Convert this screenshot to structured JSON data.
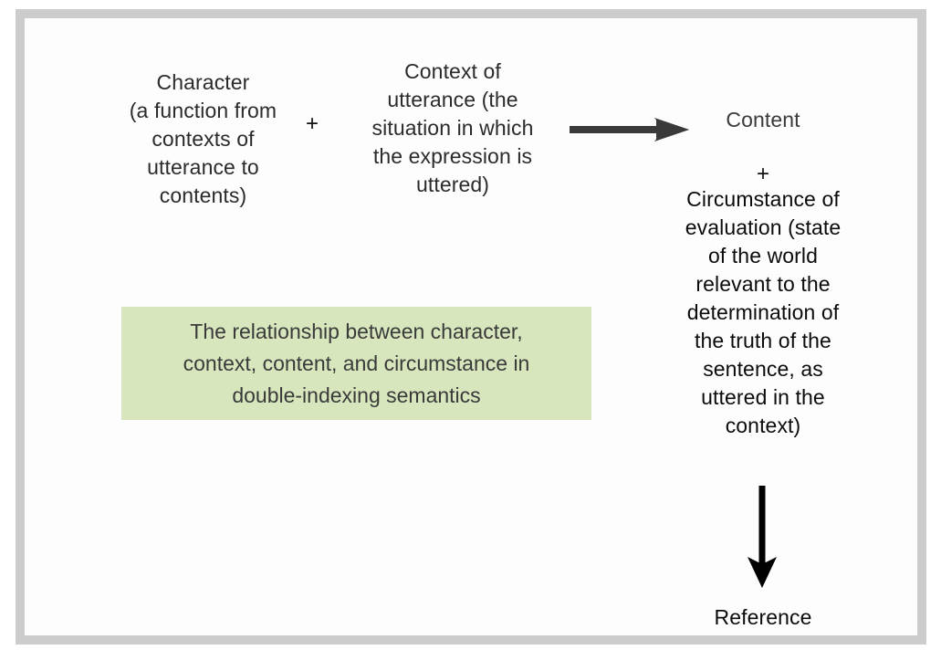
{
  "figure": {
    "border_color": "#cccccc",
    "background_color": "#ffffff"
  },
  "diagram": {
    "type": "flow-diagram",
    "title": "The relationship between character, context, content, and circumstance in double-indexing semantics",
    "left_side": {
      "character": {
        "label": "Character\n(a function from\ncontexts of\nutterance to\ncontents)",
        "text_color": "#2b2b2b"
      },
      "operator": {
        "label": "+",
        "name": "plus"
      },
      "context_of_utterance": {
        "label": "Context of\nutterance (the\nsituation in which\nthe expression is\nuttered)",
        "text_color": "#2b2b2b"
      }
    },
    "connector_horizontal": {
      "name": "right-arrow",
      "direction": "right",
      "color": "#3a3a3a"
    },
    "right_side": {
      "content": {
        "label": "Content",
        "text_color": "#3a3a3a"
      },
      "operator": {
        "label": "+",
        "name": "plus"
      },
      "circumstance_of_evaluation": {
        "label": "Circumstance of\nevaluation (state\nof the world\nrelevant to the\ndetermination of\nthe truth of the\nsentence, as\nuttered in the\ncontext)",
        "text_color": "#0c0c0c"
      }
    },
    "connector_vertical": {
      "name": "down-arrow",
      "direction": "down",
      "color": "#000000"
    },
    "result": {
      "reference": {
        "label": "Reference",
        "text_color": "#0c0c0c"
      }
    }
  },
  "caption": {
    "text": "The relationship between character,\ncontext, content, and circumstance in\ndouble-indexing semantics",
    "background_color": "#d7e6bd",
    "text_color": "#3a3a3a"
  }
}
